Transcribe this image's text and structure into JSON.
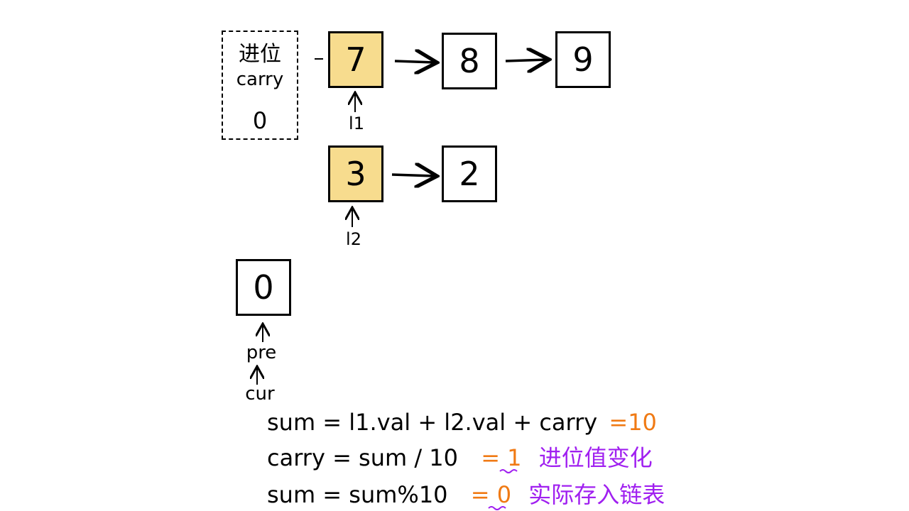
{
  "carry": {
    "title_cn": "进位",
    "title_en": "carry",
    "value": "0"
  },
  "list1": {
    "nodes": [
      "7",
      "8",
      "9"
    ],
    "pointer": "l1"
  },
  "list2": {
    "nodes": [
      "3",
      "2"
    ],
    "pointer": "l2"
  },
  "dummy": {
    "value": "0",
    "pointer_pre": "pre",
    "pointer_cur": "cur"
  },
  "equations": {
    "line1": "sum = l1.val + l2.val + carry",
    "line1_result": "=10",
    "line2": "carry = sum / 10",
    "line2_result": "= 1",
    "line2_note": "进位值变化",
    "line3": "sum = sum%10",
    "line3_result": "= 0",
    "line3_note": "实际存入链表"
  },
  "colors": {
    "highlight": "#f7dc8e",
    "result": "#f07a14",
    "note": "#a020f0"
  }
}
